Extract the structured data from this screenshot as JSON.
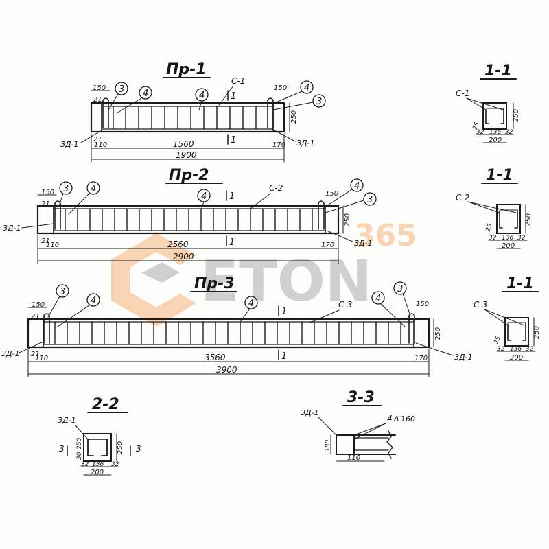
{
  "watermark": {
    "brand": "ETON",
    "number": "365",
    "brand_color": "#9a9a9a",
    "accent_color": "#f3a35c"
  },
  "pr1": {
    "title": "Пр-1",
    "len_left": "110",
    "len_mid": "1560",
    "len_right": "170",
    "len_total": "1900",
    "h_left": "150",
    "h_right": "150",
    "height": "250",
    "mark_21_top": "21",
    "mark_21_bot": "21",
    "cage": "С-1",
    "section": "1",
    "zd": "ЗД-1",
    "c3": "3",
    "c4": "4"
  },
  "pr2": {
    "title": "Пр-2",
    "len_left": "110",
    "len_mid": "2560",
    "len_right": "170",
    "len_total": "2900",
    "h_left": "150",
    "h_right": "150",
    "height": "250",
    "mark_21_top": "21",
    "mark_21_bot": "21",
    "cage": "С-2",
    "section": "1",
    "zd": "ЗД-1",
    "c3": "3",
    "c4": "4"
  },
  "pr3": {
    "title": "Пр-3",
    "len_left": "110",
    "len_mid": "3560",
    "len_right": "170",
    "len_total": "3900",
    "h_left": "150",
    "h_right": "150",
    "height": "250",
    "mark_21_top": "21",
    "mark_21_bot": "21",
    "cage": "С-3",
    "section": "1",
    "zd": "ЗД-1",
    "c3": "3",
    "c4": "4"
  },
  "sec1a": {
    "title": "1-1",
    "cage": "С-1",
    "d_left": "32",
    "d_mid": "136",
    "d_right": "32",
    "width": "200",
    "height": "250",
    "side": "25"
  },
  "sec1b": {
    "title": "1-1",
    "cage": "С-2",
    "d_left": "32",
    "d_mid": "136",
    "d_right": "32",
    "width": "200",
    "height": "250",
    "side": "25"
  },
  "sec1c": {
    "title": "1-1",
    "cage": "С-3",
    "d_left": "32",
    "d_mid": "136",
    "d_right": "32",
    "width": "200",
    "height": "250",
    "side": "25"
  },
  "sec2": {
    "title": "2-2",
    "part": "ЗД-1",
    "d_left": "32",
    "d_mid": "136",
    "d_right": "32",
    "width": "200",
    "height": "250",
    "side": "30",
    "cut": "3"
  },
  "sec3": {
    "title": "3-3",
    "part": "ЗД-1",
    "weld": "4",
    "weld_len": "160",
    "height": "180",
    "width": "110"
  }
}
